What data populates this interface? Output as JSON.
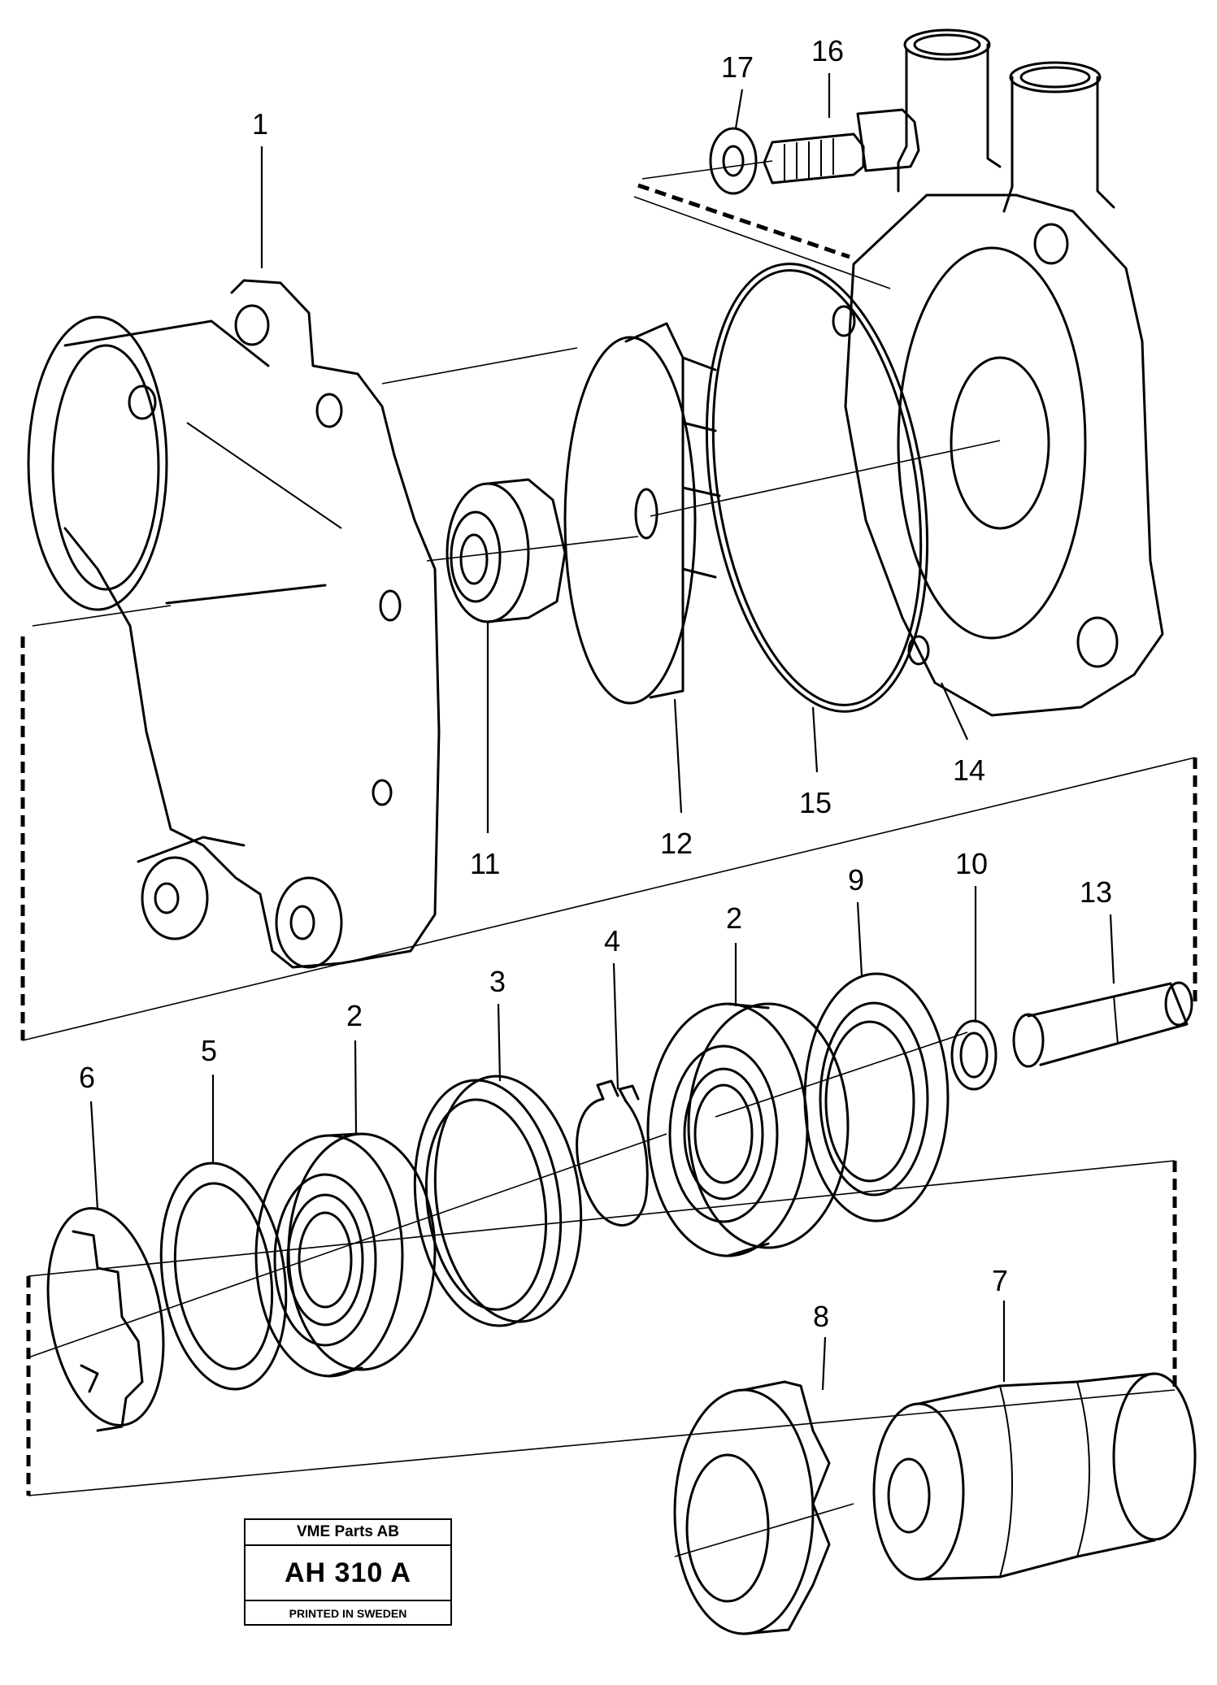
{
  "diagram": {
    "callouts": [
      {
        "id": "1",
        "label": "1"
      },
      {
        "id": "2a",
        "label": "2"
      },
      {
        "id": "2b",
        "label": "2"
      },
      {
        "id": "3",
        "label": "3"
      },
      {
        "id": "4",
        "label": "4"
      },
      {
        "id": "5",
        "label": "5"
      },
      {
        "id": "6",
        "label": "6"
      },
      {
        "id": "7",
        "label": "7"
      },
      {
        "id": "8",
        "label": "8"
      },
      {
        "id": "9",
        "label": "9"
      },
      {
        "id": "10",
        "label": "10"
      },
      {
        "id": "11",
        "label": "11"
      },
      {
        "id": "12",
        "label": "12"
      },
      {
        "id": "13",
        "label": "13"
      },
      {
        "id": "14",
        "label": "14"
      },
      {
        "id": "15",
        "label": "15"
      },
      {
        "id": "16",
        "label": "16"
      },
      {
        "id": "17",
        "label": "17"
      }
    ]
  },
  "title_block": {
    "company": "VME Parts AB",
    "drawing_number": "AH 310 A",
    "printed": "PRINTED IN SWEDEN"
  }
}
